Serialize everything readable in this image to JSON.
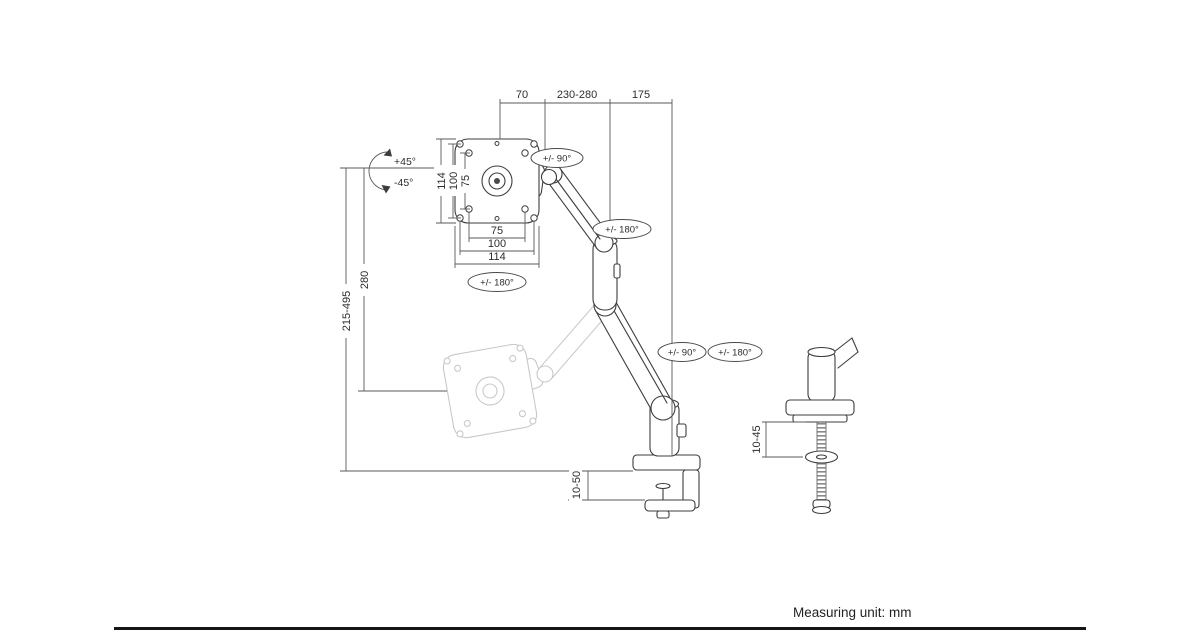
{
  "footer": {
    "measuring_unit": "Measuring unit: mm"
  },
  "dims": {
    "top_offset": "70",
    "arm_extension": "230-280",
    "rear_arm": "175",
    "vesa_height_114": "114",
    "vesa_height_100": "100",
    "vesa_height_75": "75",
    "vesa_width_75": "75",
    "vesa_width_100": "100",
    "vesa_width_114": "114",
    "vertical_travel": "280",
    "height_range": "215-495",
    "clamp_range": "10-50",
    "grommet_range": "10-45"
  },
  "rotations": {
    "tilt_up": "+45°",
    "tilt_down": "-45°",
    "head_swivel": "+/- 90°",
    "forearm_rotation": "+/- 180°",
    "elbow_rotation": "+/- 180°",
    "base_swivel": "+/- 90°",
    "base_rotation": "+/- 180°"
  }
}
